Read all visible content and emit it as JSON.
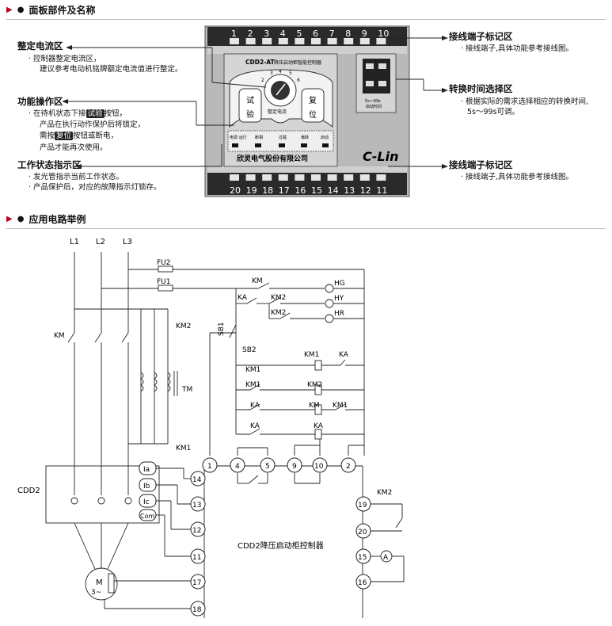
{
  "sections": {
    "panel_title": "面板部件及名称",
    "circuit_title": "应用电路举例"
  },
  "left_notes": [
    {
      "title": "整定电流区",
      "lines": [
        "· 控制器整定电流区，",
        "建议参考电动机铭牌额定电流值进行整定。"
      ]
    },
    {
      "title": "功能操作区",
      "lines": [
        "· 在待机状态下接",
        "按钮，",
        "产品在执行动作保护后将锁定，",
        "需按",
        "按钮或断电，",
        "产品才能再次使用。"
      ],
      "badges": [
        "试验",
        "复位"
      ]
    },
    {
      "title": "工作状态指示区",
      "lines": [
        "· 发光管指示当前工作状态。",
        "· 产品保护后，对应的故障指示灯锁存。"
      ]
    }
  ],
  "right_notes": [
    {
      "title": "接线端子标记区",
      "lines": [
        "· 接线端子,具体功能参考接线图。"
      ]
    },
    {
      "title": "转换时间选择区",
      "lines": [
        "· 根据实际的需求选择相应的转换时间,",
        "5s～99s可调。"
      ]
    },
    {
      "title": "接线端子标记区",
      "lines": [
        "· 接线端子,具体功能参考接线图。"
      ]
    }
  ],
  "device": {
    "top_terminals": [
      "1",
      "2",
      "3",
      "4",
      "5",
      "6",
      "7",
      "8",
      "9",
      "10"
    ],
    "bottom_terminals": [
      "20",
      "19",
      "18",
      "17",
      "16",
      "15",
      "14",
      "13",
      "12",
      "11"
    ],
    "model": "CDD2-AT",
    "model_desc": "降压启动柜智能控制器",
    "knob_label": "整定电流",
    "knob_nums": [
      "2",
      "3",
      "4",
      "5",
      "6"
    ],
    "btn_test": [
      "试",
      "验"
    ],
    "btn_reset": [
      "复",
      "位"
    ],
    "leds": [
      "电源 运行",
      "断相",
      "过载",
      "堵转",
      "启动"
    ],
    "company": "欣灵电气股份有限公司",
    "brand": "C-Lin",
    "timer_range": "5s～99s",
    "timer_label": "启动时间"
  },
  "circuit": {
    "phases": [
      "L1",
      "L2",
      "L3"
    ],
    "fuses": [
      "FU2",
      "FU1"
    ],
    "lamps": [
      "HG",
      "HY",
      "HR"
    ],
    "contacts": {
      "km": "KM",
      "ka": "KA",
      "km2": "KM2",
      "km1": "KM1",
      "sb1": "SB1",
      "sb2": "SB2",
      "tm": "TM"
    },
    "cdd2": "CDD2",
    "ct_inputs": [
      "Ia",
      "Ib",
      "Ic",
      "Com"
    ],
    "motor": [
      "M",
      "3~"
    ],
    "terminals_top": [
      "1",
      "4",
      "5",
      "9",
      "10",
      "2"
    ],
    "terminals_left": [
      "14",
      "13",
      "12",
      "11",
      "17",
      "18"
    ],
    "terminals_right": [
      "19",
      "20",
      "15",
      "16"
    ],
    "ammeter": "A",
    "controller_name": "CDD2降压启动柜控制器"
  }
}
